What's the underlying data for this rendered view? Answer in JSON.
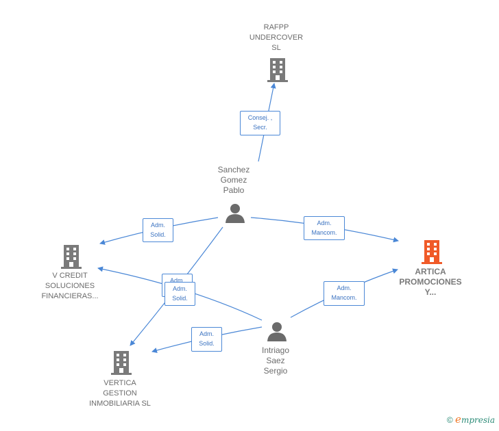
{
  "nodes": {
    "rafpp": {
      "label": "RAFPP\nUNDERCOVER\nSL"
    },
    "sanchez": {
      "label": "Sanchez\nGomez\nPablo"
    },
    "vcredit": {
      "label": "V CREDIT\nSOLUCIONES\nFINANCIERAS..."
    },
    "artica": {
      "label": "ARTICA\nPROMOCIONES\nY..."
    },
    "intriago": {
      "label": "Intriago\nSaez\nSergio"
    },
    "vertica": {
      "label": "VERTICA\nGESTION\nINMOBILIARIA SL"
    }
  },
  "edges": {
    "consej": "Consej. ,\nSecr.",
    "adm_solid_1": "Adm.\nSolid.",
    "adm_mancom_1": "Adm.\nMancom.",
    "adm_solid_2": "Adm.\nSolid.",
    "adm_solid_3": "Adm.\nSolid.",
    "adm_mancom_2": "Adm.\nMancom.",
    "adm_solid_4": "Adm.\nSolid."
  },
  "colors": {
    "edge": "#4a87d6",
    "company": "#7a7a7a",
    "highlight": "#f05a28",
    "person": "#6b6b6b"
  },
  "footer": {
    "copyright": "©",
    "brand_initial": "e",
    "brand_rest": "mpresia"
  }
}
